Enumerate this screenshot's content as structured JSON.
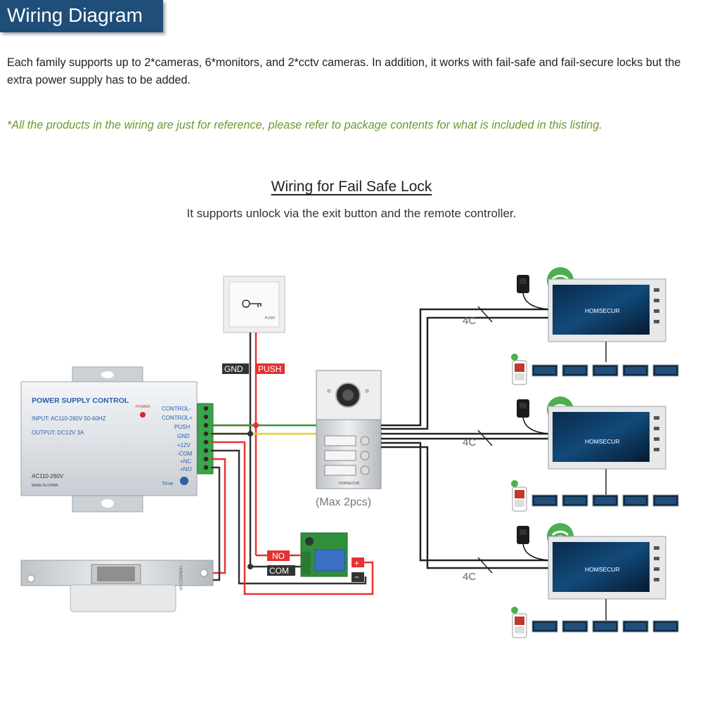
{
  "header": {
    "title": "Wiring Diagram"
  },
  "intro": "Each family supports up to 2*cameras, 6*monitors, and 2*cctv cameras. In addition, it works with fail-safe and fail-secure locks but the extra power supply has to be added.",
  "note": "*All the products in the wiring are just for reference, please refer to package contents for what is included in this listing.",
  "section": {
    "title": "Wiring for Fail Safe Lock",
    "subtitle": "It supports unlock via the exit button and the remote controller."
  },
  "power_supply": {
    "title": "POWER SUPPLY CONTROL",
    "input": "INPUT: AC110-260V 50-60HZ",
    "output": "OUTPUT: DC12V 3A",
    "power_label": "POWER",
    "ac_label": "AC110-260V",
    "made_in": "MADE IN CHINA",
    "time_label": "Time",
    "terminals": [
      "CONTROL-",
      "CONTROL+",
      "PUSH",
      "GND",
      "+12V",
      "-COM",
      "+NC",
      "+NO"
    ]
  },
  "exit_button": {
    "label": "PUSH"
  },
  "wire_tags": {
    "gnd": "GND",
    "push": "PUSH",
    "no": "NO",
    "com": "COM"
  },
  "relay": {
    "plus": "+",
    "minus": "−"
  },
  "door_station": {
    "brand": "HOMSECUR",
    "caption": "(Max 2pcs)"
  },
  "lock": {
    "brand": "HOMSECUR"
  },
  "cable_label": "4C",
  "monitor": {
    "brand": "HOMSECUR"
  },
  "colors": {
    "title_band": "#1f4e79",
    "note": "#6a9a2c",
    "wire_red": "#e63232",
    "wire_black": "#333333",
    "wire_green": "#2e9a3e",
    "wire_yellow": "#e8d020"
  }
}
